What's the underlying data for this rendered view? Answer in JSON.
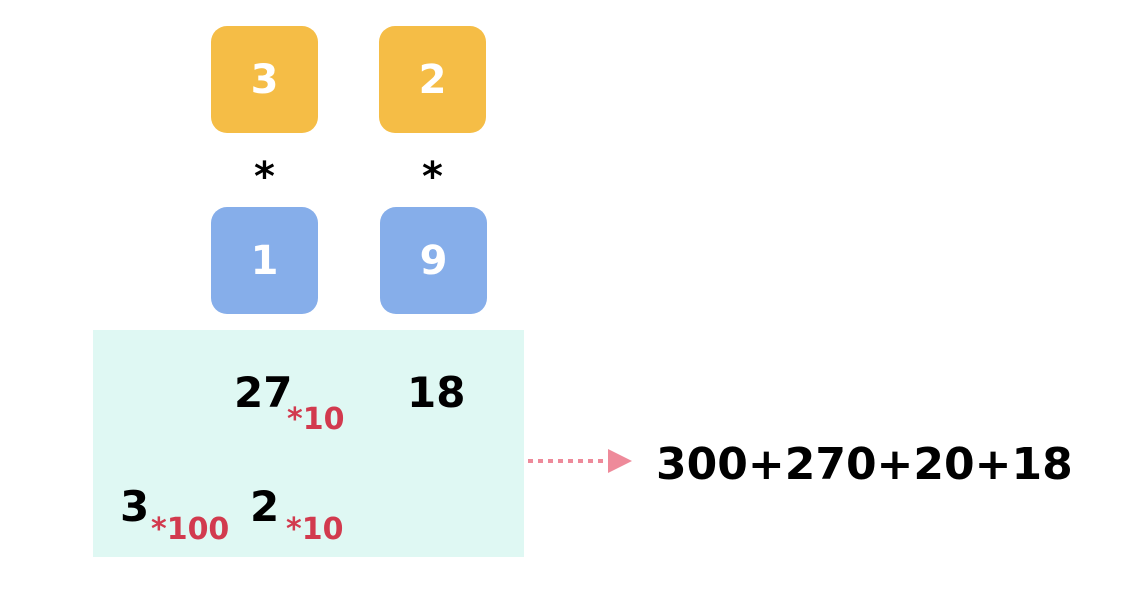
{
  "top_digits": [
    "3",
    "2"
  ],
  "operators": [
    "*",
    "*"
  ],
  "bottom_digits": [
    "1",
    "9"
  ],
  "partials": {
    "row1": {
      "left_value": "27",
      "left_multiplier": "*10",
      "right_value": "18"
    },
    "row2": {
      "left_value": "3",
      "left_multiplier": "*100",
      "right_value": "2",
      "right_multiplier": "*10"
    }
  },
  "result": "300+270+20+18",
  "colors": {
    "top_tile": "#f5bd46",
    "bottom_tile": "#86aeea",
    "panel": "#dff8f3",
    "multiplier": "#d23a4e",
    "arrow": "#ee8a9a"
  }
}
